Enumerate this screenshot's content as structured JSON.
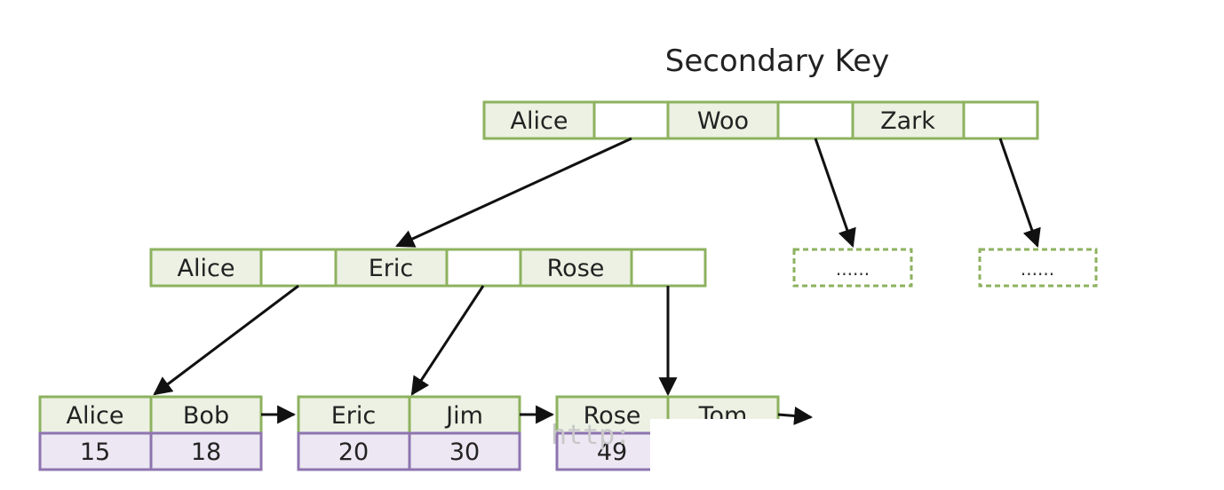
{
  "diagram": {
    "title": "Secondary Key",
    "colors": {
      "green_border": "#8db25f",
      "green_fill": "#ecf1e3",
      "purple_border": "#8e74b0",
      "purple_fill": "#ece7f2",
      "arrow": "#111111"
    },
    "root": {
      "keys": [
        "Alice",
        "Woo",
        "Zark"
      ]
    },
    "internal": {
      "keys": [
        "Alice",
        "Eric",
        "Rose"
      ]
    },
    "placeholders": [
      "......",
      "......"
    ],
    "leaves": [
      {
        "keys": [
          "Alice",
          "Bob"
        ],
        "values": [
          "15",
          "18"
        ]
      },
      {
        "keys": [
          "Eric",
          "Jim"
        ],
        "values": [
          "20",
          "30"
        ]
      },
      {
        "keys": [
          "Rose",
          "Tom"
        ],
        "values": [
          "49",
          ""
        ]
      }
    ],
    "watermark": "http:"
  }
}
